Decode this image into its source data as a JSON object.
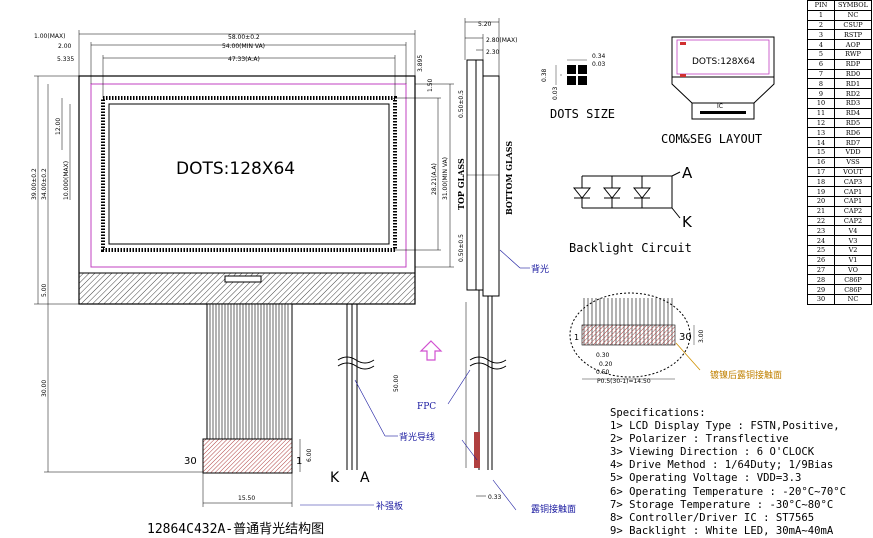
{
  "title": "12864C432A-普通背光结构图",
  "front_view": {
    "dots_label": "DOTS:128X64",
    "dims_top": [
      "1.00(MAX)",
      "2.00",
      "5.335",
      "58.00±0.2",
      "54.00(MIN VA)",
      "47.33(A.A)"
    ],
    "dims_right": [
      "3.895",
      "1.50",
      "31.00(MIN VA)",
      "28.21(A.A)"
    ],
    "dims_left": [
      "39.00±0.2",
      "34.00±0.2",
      "12.00",
      "10.000(MAX)",
      "5.00",
      "30.00"
    ],
    "dims_bottom": [
      "15.50",
      "6.00"
    ],
    "pin_left": "30",
    "pin_right": "1",
    "k_label": "K",
    "a_label": "A"
  },
  "side_view": {
    "dims": [
      "5.20",
      "2.80(MAX)",
      "2.30",
      "0.50±0.5",
      "0.50±0.5",
      "50.00",
      "0.33"
    ],
    "top_glass": "TOP GLASS",
    "bottom_glass": "BOTTOM GLASS",
    "fpc": "FPC",
    "backlight": "背光",
    "backlight_wire": "背光导线",
    "stiffener": "补强板",
    "exposed_copper": "露铜接触面"
  },
  "dots_size": {
    "label": "DOTS SIZE",
    "dims": [
      "0.38",
      "0.03",
      "0.34",
      "0.03"
    ]
  },
  "comseg": {
    "label": "COM&SEG LAYOUT",
    "dots_label": "DOTS:128X64",
    "ic_label": "IC"
  },
  "backlight_circuit": {
    "label": "Backlight Circuit",
    "a_label": "A",
    "k_label": "K"
  },
  "fpc_detail": {
    "pin_1": "1",
    "pin_30": "30",
    "dims": [
      "0.30",
      "0.20",
      "0.50",
      "P0.5(30-1)=14.50",
      "3.00"
    ],
    "note": "镀镍后露铜接触面"
  },
  "specs": [
    "Specifications:",
    "1> LCD Display Type : FSTN,Positive,",
    "2> Polarizer : Transflective",
    "3> Viewing Direction : 6 O'CLOCK",
    "4> Drive Method : 1/64Duty; 1/9Bias",
    "5> Operating Voltage : VDD=3.3",
    "6> Operating Temperature : -20°C~70°C",
    "7> Storage Temperature : -30°C~80°C",
    "8> Controller/Driver IC : ST7565",
    "9> Backlight : White LED, 30mA~40mA"
  ],
  "pin_table": {
    "headers": [
      "PIN",
      "SYMBOL"
    ],
    "rows": [
      [
        "1",
        "NC"
      ],
      [
        "2",
        "CSUP"
      ],
      [
        "3",
        "RSTP"
      ],
      [
        "4",
        "AOP"
      ],
      [
        "5",
        "RWP"
      ],
      [
        "6",
        "RDP"
      ],
      [
        "7",
        "RD0"
      ],
      [
        "8",
        "RD1"
      ],
      [
        "9",
        "RD2"
      ],
      [
        "10",
        "RD3"
      ],
      [
        "11",
        "RD4"
      ],
      [
        "12",
        "RD5"
      ],
      [
        "13",
        "RD6"
      ],
      [
        "14",
        "RD7"
      ],
      [
        "15",
        "VDD"
      ],
      [
        "16",
        "VSS"
      ],
      [
        "17",
        "VOUT"
      ],
      [
        "18",
        "CAP3"
      ],
      [
        "19",
        "CAP1"
      ],
      [
        "20",
        "CAP1"
      ],
      [
        "21",
        "CAP2"
      ],
      [
        "22",
        "CAP2"
      ],
      [
        "23",
        "V4"
      ],
      [
        "24",
        "V3"
      ],
      [
        "25",
        "V2"
      ],
      [
        "26",
        "V1"
      ],
      [
        "27",
        "VO"
      ],
      [
        "28",
        "C86P"
      ],
      [
        "29",
        "C86P"
      ],
      [
        "30",
        "NC"
      ]
    ]
  }
}
